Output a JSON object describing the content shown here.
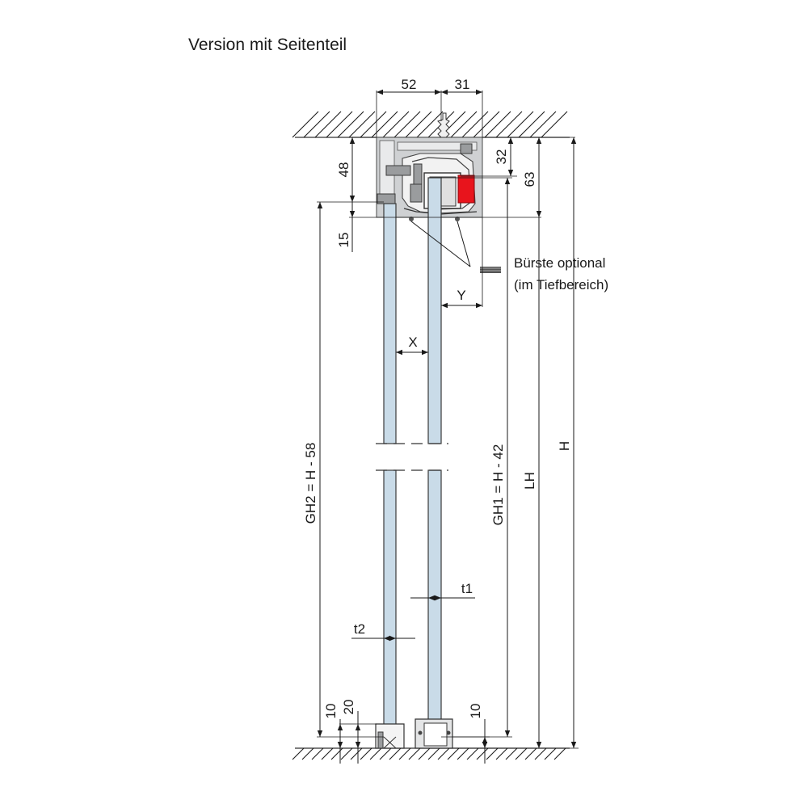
{
  "title": "Version mit Seitenteil",
  "dimensions": {
    "top_left_width": "52",
    "top_right_width": "31",
    "height_48": "48",
    "height_32": "32",
    "height_63": "63",
    "height_15": "15",
    "gh2": "GH2 = H - 58",
    "gh1": "GH1 = H - 42",
    "lh": "LH",
    "h": "H",
    "x": "X",
    "y": "Y",
    "t1": "t1",
    "t2": "t2",
    "bottom_10_left": "10",
    "bottom_20": "20",
    "bottom_10_right": "10"
  },
  "annotation": {
    "line1": "Bürste optional",
    "line2": "(im Tiefbereich)"
  },
  "colors": {
    "glass": "#c9dbe8",
    "profile": "#cfd1d3",
    "seal": "#e8141c"
  }
}
